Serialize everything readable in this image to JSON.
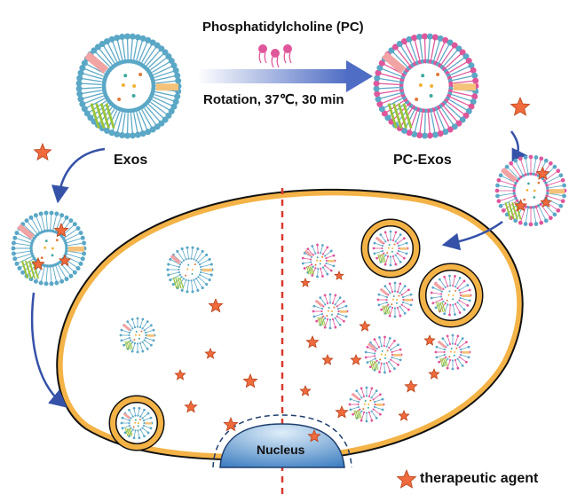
{
  "labels": {
    "pc_reagent": "Phosphatidylcholine (PC)",
    "condition": "Rotation, 37℃, 30 min",
    "exos": "Exos",
    "pc_exos": "PC-Exos",
    "nucleus": "Nucleus",
    "legend_agent": "therapeutic agent"
  },
  "colors": {
    "lipid_blue": "#5aa7c6",
    "lipid_pink": "#e0569b",
    "cell_membrane": "#f4b347",
    "cell_outline": "#111111",
    "arrow": "#3552a8",
    "star": "#ef6a3c",
    "divider": "#d93a2e",
    "nucleus": "#5b8fc8"
  }
}
